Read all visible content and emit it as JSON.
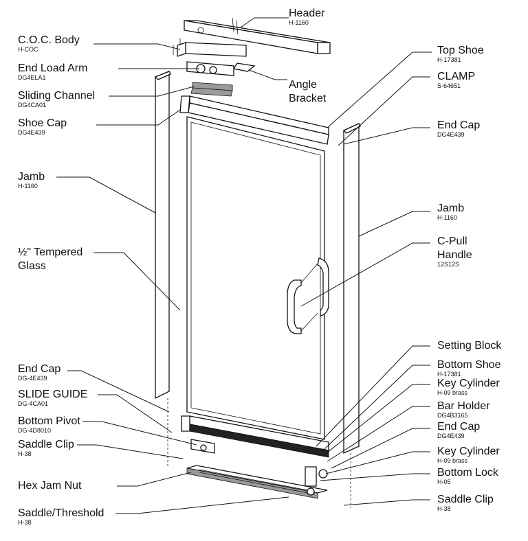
{
  "labels": {
    "header": {
      "title": "Header",
      "code": "H-1160"
    },
    "coc_body": {
      "title": "C.O.C. Body",
      "code": "H-COC"
    },
    "end_load_arm": {
      "title": "End Load Arm",
      "code": "DG4ELA1"
    },
    "sliding_channel": {
      "title": "Sliding Channel",
      "code": "DG4CA01"
    },
    "shoe_cap_left": {
      "title": "Shoe Cap",
      "code": "DG4E439"
    },
    "jamb_left": {
      "title": "Jamb",
      "code": "H-1160"
    },
    "glass": {
      "title": "½\" Tempered",
      "title2": "Glass"
    },
    "end_cap_left": {
      "title": "End Cap",
      "code": "DG-4E439"
    },
    "slide_guide": {
      "title": "SLIDE GUIDE",
      "code": "DG-4CA01"
    },
    "bottom_pivot": {
      "title": "Bottom Pivot",
      "code": "DG-4D8010"
    },
    "saddle_clip_left": {
      "title": "Saddle Clip",
      "code": "H-38"
    },
    "hex_jam_nut": {
      "title": "Hex Jam Nut"
    },
    "saddle_threshold": {
      "title": "Saddle/Threshold",
      "code": "H-38"
    },
    "angle_bracket": {
      "title": "Angle",
      "title2": "Bracket"
    },
    "top_shoe": {
      "title": "Top Shoe",
      "code": "H-17381"
    },
    "clamp": {
      "title": "CLAMP",
      "code": "S-64651"
    },
    "end_cap_right_top": {
      "title": "End Cap",
      "code": "DG4E439"
    },
    "jamb_right": {
      "title": "Jamb",
      "code": "H-1160"
    },
    "c_pull_handle": {
      "title": "C-Pull",
      "title2": "Handle",
      "code": "12S12S"
    },
    "setting_block": {
      "title": "Setting Block"
    },
    "bottom_shoe": {
      "title": "Bottom Shoe",
      "code": "H-17381"
    },
    "key_cylinder_1": {
      "title": "Key Cylinder",
      "code": "H-09 brass"
    },
    "bar_holder": {
      "title": "Bar Holder",
      "code": "DG4B3165"
    },
    "end_cap_right_bottom": {
      "title": "End Cap",
      "code": "DG4E439"
    },
    "key_cylinder_2": {
      "title": "Key Cylinder",
      "code": "H-09 brass"
    },
    "bottom_lock": {
      "title": "Bottom Lock",
      "code": "H-05"
    },
    "saddle_clip_right": {
      "title": "Saddle Clip",
      "code": "H-38"
    }
  }
}
